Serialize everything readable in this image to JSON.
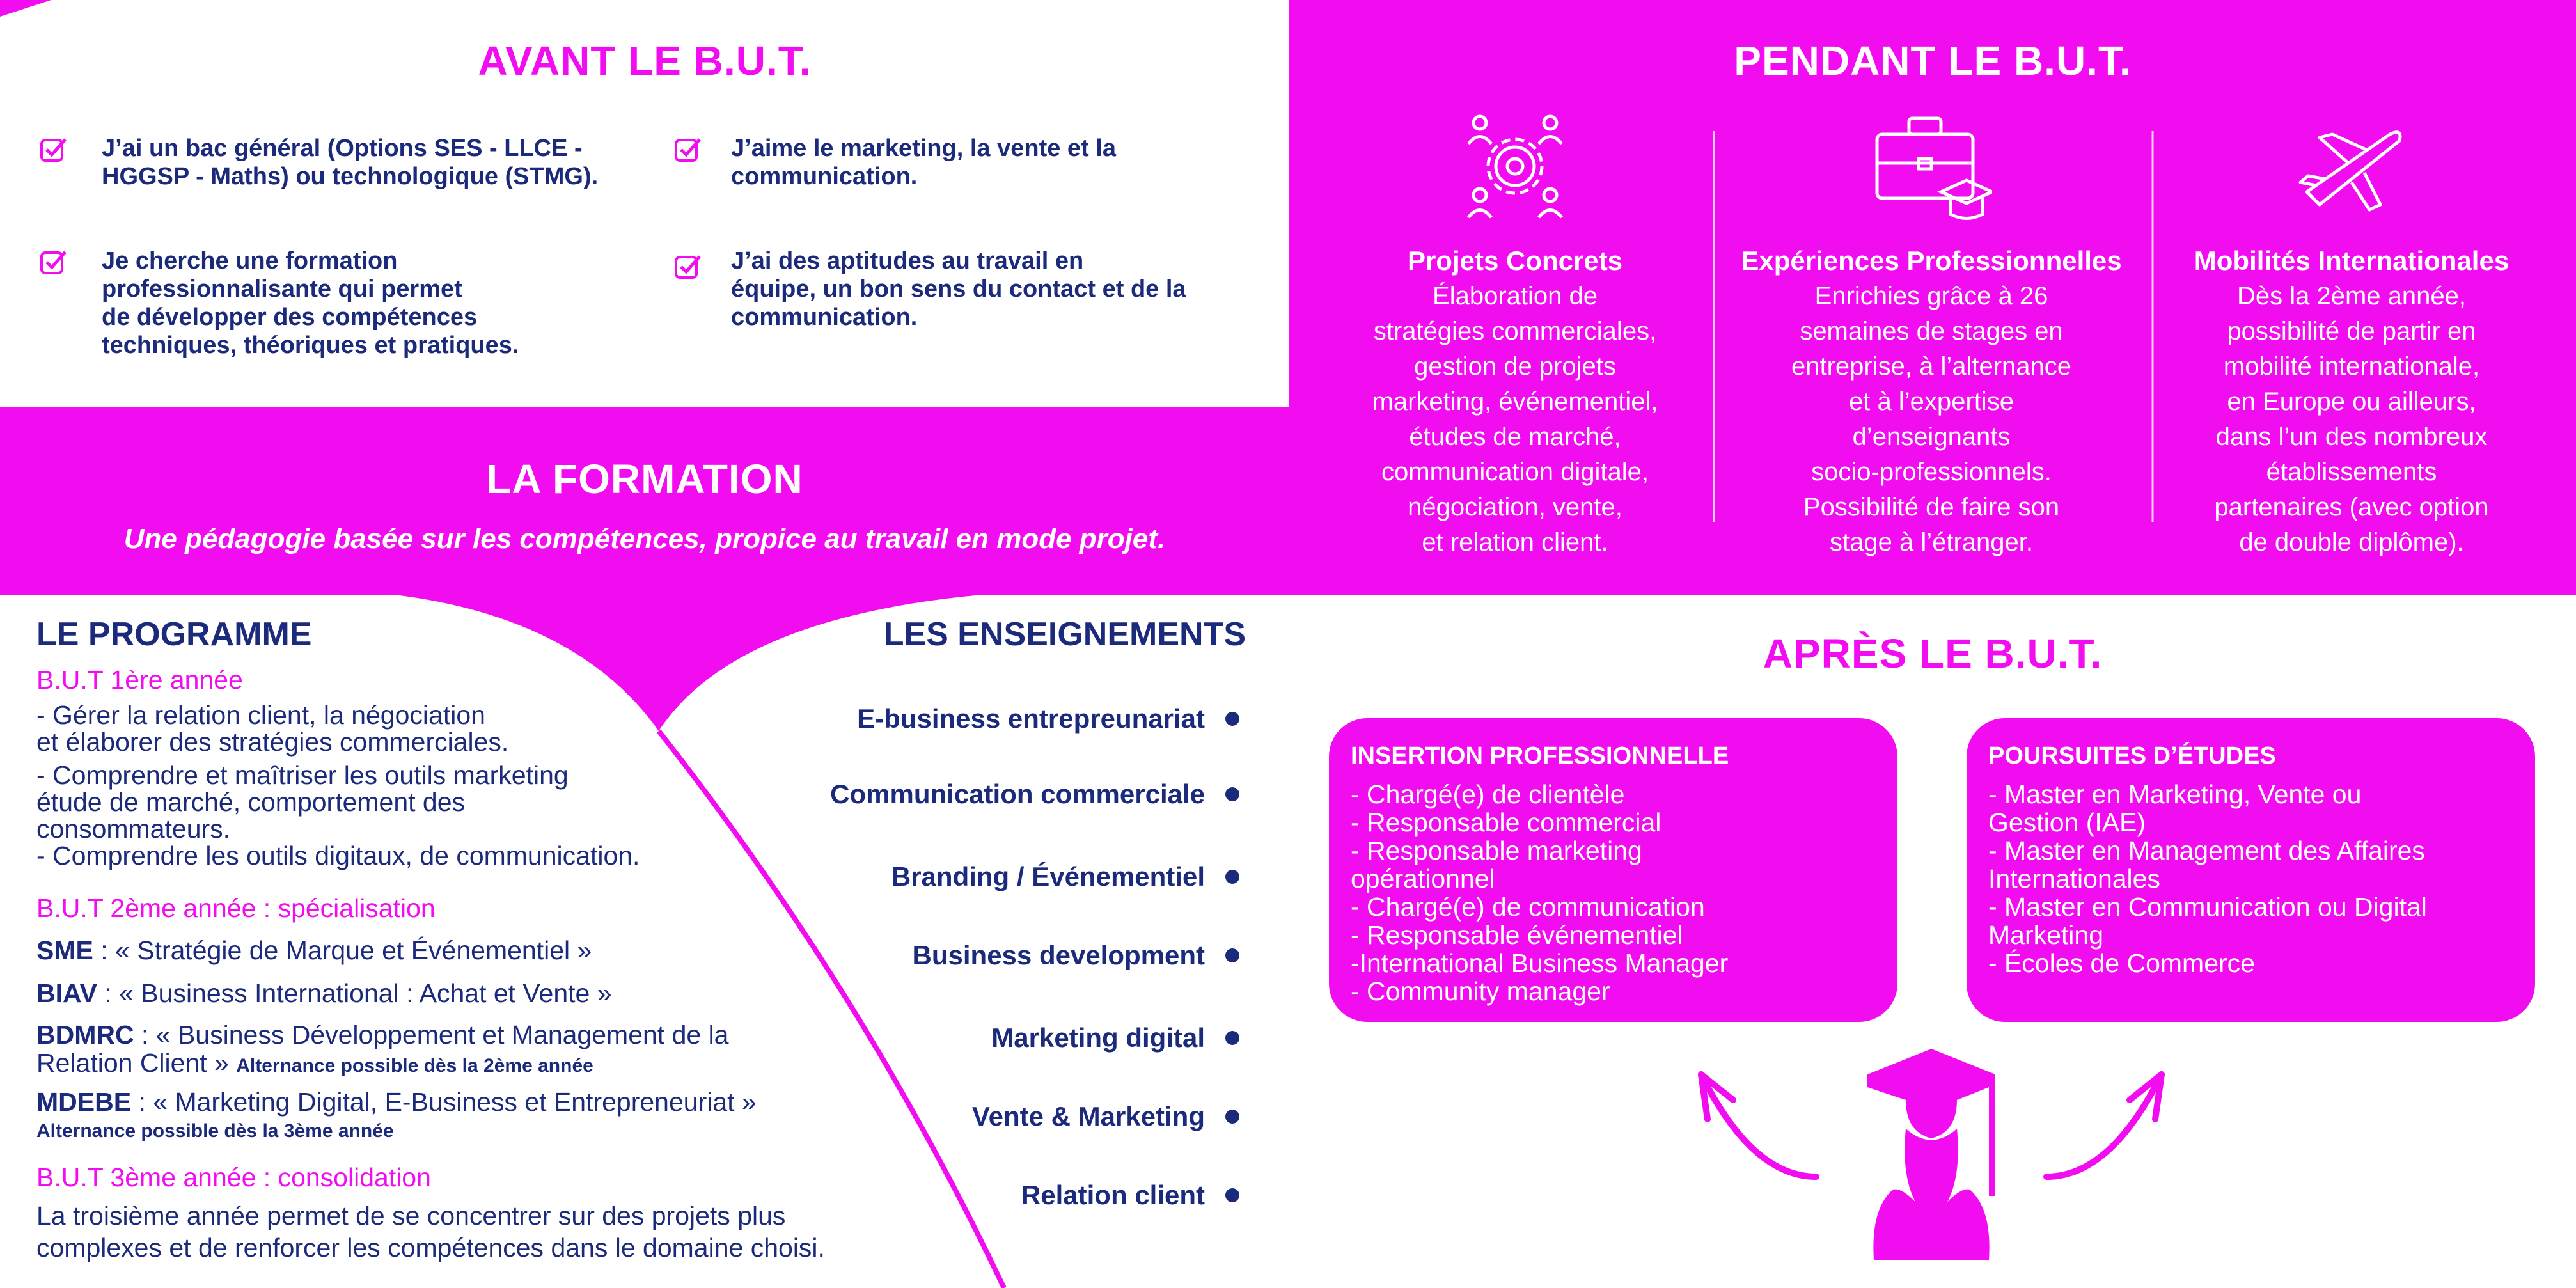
{
  "colors": {
    "magenta": "#f20cf0",
    "navy": "#1b2a7b"
  },
  "avant": {
    "title": "AVANT LE B.U.T.",
    "items": [
      {
        "icon": "checkbox-icon",
        "lines": [
          "J’ai un bac général (Options SES - LLCE -",
          "HGGSP - Maths) ou technologique (STMG)."
        ]
      },
      {
        "icon": "checkbox-icon",
        "lines": [
          "J’aime le marketing, la vente et la",
          "communication."
        ]
      },
      {
        "icon": "checkbox-icon",
        "lines": [
          "Je cherche une formation",
          "professionnalisante qui permet",
          "de développer des compétences",
          "techniques, théoriques et pratiques."
        ]
      },
      {
        "icon": "checkbox-icon",
        "lines": [
          "J’ai des aptitudes au travail en",
          "équipe, un bon sens du contact et de la",
          "communication."
        ]
      }
    ]
  },
  "formation": {
    "title": "LA FORMATION",
    "subtitle": "Une pédagogie basée sur les compétences, propice au travail en mode projet."
  },
  "pendant": {
    "title": "PENDANT LE B.U.T.",
    "columns": [
      {
        "icon": "team-gear-icon",
        "title": "Projets Concrets",
        "body": "Élaboration de\nstratégies commerciales,\ngestion de projets\nmarketing, événementiel,\nétudes de marché,\ncommunication digitale,\nnégociation, vente,\net relation client."
      },
      {
        "icon": "briefcase-graduation-icon",
        "title": "Expériences Professionnelles",
        "body": "Enrichies grâce à 26\nsemaines de stages en\nentreprise, à l’alternance\net à l’expertise\nd’enseignants\nsocio-professionnels.\nPossibilité de faire son\nstage à l’étranger."
      },
      {
        "icon": "airplane-icon",
        "title": "Mobilités Internationales",
        "body": "Dès la 2ème année,\npossibilité de partir en\nmobilité internationale,\nen Europe ou ailleurs,\ndans l’un des nombreux\nétablissements\npartenaires (avec option\nde double diplôme)."
      }
    ]
  },
  "programme": {
    "title": "LE PROGRAMME",
    "y1_title": "B.U.T  1ère  année",
    "y1_lines": [
      "- Gérer la relation client, la négociation",
      "et élaborer des stratégies commerciales.",
      "- Comprendre et maîtriser les outils marketing",
      "étude de marché, comportement des",
      "consommateurs.",
      "- Comprendre les outils digitaux, de communication."
    ],
    "y2_title": "B.U.T  2ème  année : spécialisation",
    "specs": [
      {
        "code": "SME",
        "text": " : « Stratégie de Marque et Événementiel »"
      },
      {
        "code": "BIAV",
        "text": " : « Business International : Achat et Vente »"
      },
      {
        "code": "BDMRC",
        "text": " : « Business Développement et Management de la",
        "text2": "Relation Client » ",
        "note": "Alternance possible dès la 2ème année"
      },
      {
        "code": "MDEBE",
        "text": " : « Marketing Digital, E-Business et Entrepreneuriat »",
        "note": "Alternance possible dès la 3ème année"
      }
    ],
    "y3_title": "B.U.T  3ème  année : consolidation",
    "y3_lines": [
      "La troisième année permet de se concentrer sur des projets plus",
      "complexes et de renforcer les compétences dans le domaine choisi."
    ]
  },
  "enseignements": {
    "title": "LES ENSEIGNEMENTS",
    "items": [
      "E-business entrepreunariat",
      "Communication commerciale",
      "Branding / Événementiel",
      "Business development",
      "Marketing  digital",
      "Vente & Marketing",
      "Relation client"
    ]
  },
  "apres": {
    "title": "APRÈS LE B.U.T.",
    "insertion": {
      "title": "INSERTION PROFESSIONNELLE",
      "items": [
        "- Chargé(e) de clientèle",
        "- Responsable commercial",
        "- Responsable marketing",
        "opérationnel",
        "- Chargé(e) de communication",
        "- Responsable événementiel",
        "-International Business Manager",
        "- Community manager"
      ]
    },
    "poursuites": {
      "title": "POURSUITES D’ÉTUDES",
      "items": [
        "- Master en Marketing, Vente ou",
        "Gestion (IAE)",
        "- Master en Management des Affaires",
        "Internationales",
        "- Master en Communication ou Digital",
        "Marketing",
        "- Écoles de Commerce"
      ]
    }
  }
}
